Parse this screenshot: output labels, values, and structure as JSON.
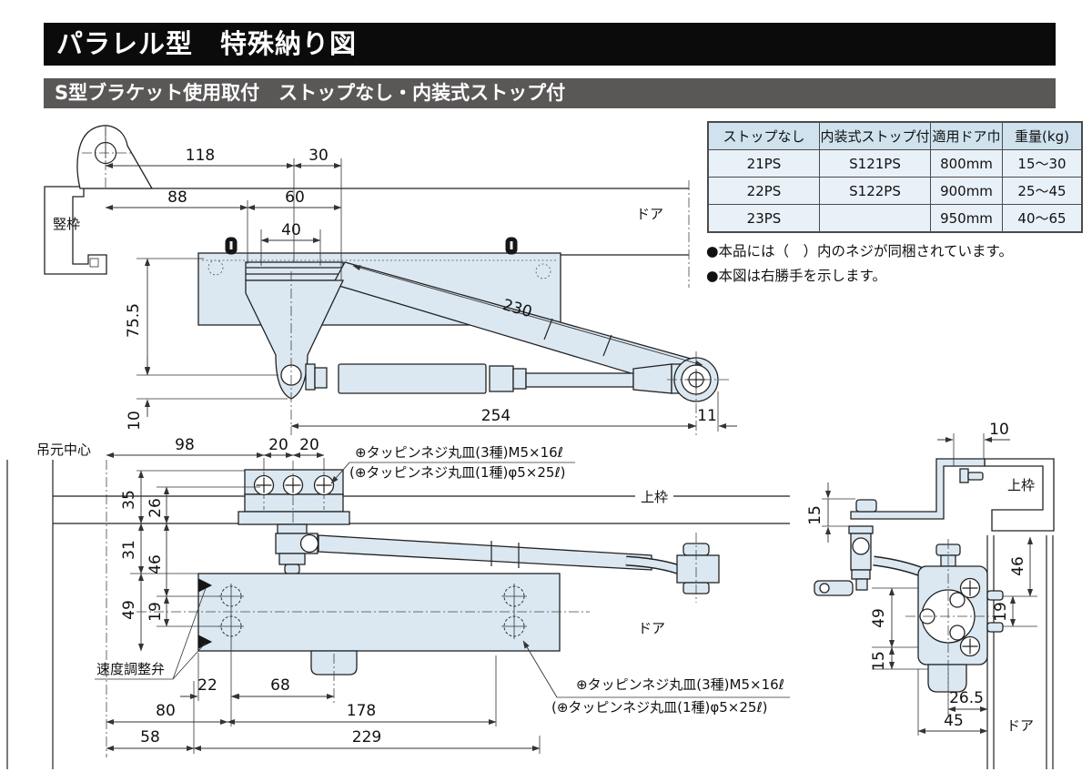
{
  "header": {
    "title": "パラレル型　特殊納り図",
    "subtitle": "S型ブラケット使用取付　ストップなし・内装式ストップ付"
  },
  "spec_table": {
    "headers": [
      "ストップなし",
      "内装式ストップ付",
      "適用ドア巾",
      "重量(kg)"
    ],
    "rows": [
      [
        "21PS",
        "S121PS",
        "800mm",
        "15～30"
      ],
      [
        "22PS",
        "S122PS",
        "900mm",
        "25～45"
      ],
      [
        "23PS",
        "",
        "950mm",
        "40～65"
      ]
    ]
  },
  "notes": {
    "note1": "●本品には（　）内のネジが同梱されています。",
    "note2": "●本図は右勝手を示します。"
  },
  "screw_note": {
    "line1": "⊕タッピンネジ丸皿(3種)M5×16ℓ",
    "line2": "(⊕タッピンネジ丸皿(1種)φ5×25ℓ)"
  },
  "part_labels": {
    "vertical_frame": "竪枠",
    "door": "ドア",
    "hinge_center": "吊元中心",
    "top_frame": "上枠",
    "speed_valve": "速度調整弁"
  },
  "dimensions": {
    "plan_view": {
      "w118": "118",
      "w30": "30",
      "w88": "88",
      "w60": "60",
      "w40": "40",
      "h75_5": "75.5",
      "h10": "10",
      "arm230": "230",
      "w254": "254",
      "w11": "11"
    },
    "front_view": {
      "w98": "98",
      "w20a": "20",
      "w20b": "20",
      "h35": "35",
      "h26": "26",
      "h31": "31",
      "h46": "46",
      "h49": "49",
      "h19": "19",
      "w22": "22",
      "w68": "68",
      "w80": "80",
      "w178": "178",
      "w58": "58",
      "w229": "229"
    },
    "side_view": {
      "w10": "10",
      "h15_top": "15",
      "h46": "46",
      "h19": "19",
      "h49": "49",
      "h15_bottom": "15",
      "w26_5": "26.5",
      "w45": "45"
    }
  },
  "colors": {
    "title_bg": "#0c0b0b",
    "subtitle_bg": "#5a5757",
    "table_header_bg": "#cfe2ee",
    "table_row_bg": "#e9f1f8",
    "part_fill": "#dbe8f2",
    "line": "#222222"
  }
}
